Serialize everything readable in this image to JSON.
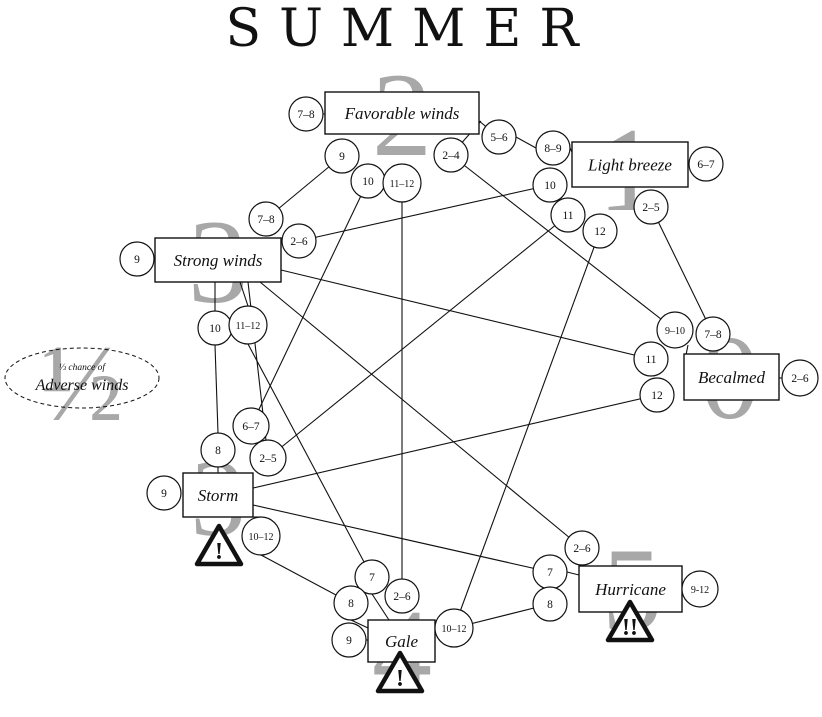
{
  "title": "SUMMER",
  "colors": {
    "stroke": "#111111",
    "ghost": "#a8a8a8",
    "bg": "#ffffff"
  },
  "states": [
    {
      "id": "favorable",
      "label": "Favorable winds",
      "ghost": "2"
    },
    {
      "id": "light",
      "label": "Light breeze",
      "ghost": "1"
    },
    {
      "id": "strong",
      "label": "Strong winds",
      "ghost": "3"
    },
    {
      "id": "becalmed",
      "label": "Becalmed",
      "ghost": "0"
    },
    {
      "id": "storm",
      "label": "Storm",
      "ghost": "3",
      "warning": "!"
    },
    {
      "id": "hurricane",
      "label": "Hurricane",
      "ghost": "5",
      "warning": "!!"
    },
    {
      "id": "gale",
      "label": "Gale",
      "ghost": "4",
      "warning": "!"
    }
  ],
  "adverse": {
    "line1": "⅓ chance of",
    "line2": "Adverse winds",
    "ghost": "½"
  },
  "rolls": [
    {
      "id": "fav-78",
      "label": "7–8",
      "from": "favorable"
    },
    {
      "id": "fav-9",
      "label": "9",
      "from": "favorable"
    },
    {
      "id": "fav-10",
      "label": "10",
      "from": "favorable"
    },
    {
      "id": "fav-1112",
      "label": "11–12",
      "from": "favorable"
    },
    {
      "id": "fav-24",
      "label": "2–4",
      "from": "favorable"
    },
    {
      "id": "fav-56",
      "label": "5–6",
      "from": "favorable"
    },
    {
      "id": "lb-89",
      "label": "8–9",
      "from": "light"
    },
    {
      "id": "lb-67",
      "label": "6–7",
      "from": "light"
    },
    {
      "id": "lb-10",
      "label": "10",
      "from": "light"
    },
    {
      "id": "lb-11",
      "label": "11",
      "from": "light"
    },
    {
      "id": "lb-12",
      "label": "12",
      "from": "light"
    },
    {
      "id": "lb-25",
      "label": "2–5",
      "from": "light"
    },
    {
      "id": "sw-9",
      "label": "9",
      "from": "strong"
    },
    {
      "id": "sw-78",
      "label": "7–8",
      "from": "strong"
    },
    {
      "id": "sw-26",
      "label": "2–6",
      "from": "strong"
    },
    {
      "id": "sw-10",
      "label": "10",
      "from": "strong"
    },
    {
      "id": "sw-1112",
      "label": "11–12",
      "from": "strong"
    },
    {
      "id": "bc-910",
      "label": "9–10",
      "from": "becalmed"
    },
    {
      "id": "bc-78",
      "label": "7–8",
      "from": "becalmed"
    },
    {
      "id": "bc-11",
      "label": "11",
      "from": "becalmed"
    },
    {
      "id": "bc-12",
      "label": "12",
      "from": "becalmed"
    },
    {
      "id": "bc-26",
      "label": "2–6",
      "from": "becalmed"
    },
    {
      "id": "st-8",
      "label": "8",
      "from": "storm"
    },
    {
      "id": "st-67",
      "label": "6–7",
      "from": "storm"
    },
    {
      "id": "st-25",
      "label": "2–5",
      "from": "storm"
    },
    {
      "id": "st-9",
      "label": "9",
      "from": "storm"
    },
    {
      "id": "st-1012",
      "label": "10–12",
      "from": "storm"
    },
    {
      "id": "hu-26",
      "label": "2–6",
      "from": "hurricane"
    },
    {
      "id": "hu-7",
      "label": "7",
      "from": "hurricane"
    },
    {
      "id": "hu-8",
      "label": "8",
      "from": "hurricane"
    },
    {
      "id": "hu-912",
      "label": "9-12",
      "from": "hurricane"
    },
    {
      "id": "ga-7",
      "label": "7",
      "from": "gale"
    },
    {
      "id": "ga-8",
      "label": "8",
      "from": "gale"
    },
    {
      "id": "ga-26",
      "label": "2–6",
      "from": "gale"
    },
    {
      "id": "ga-9",
      "label": "9",
      "from": "gale"
    },
    {
      "id": "ga-1012",
      "label": "10–12",
      "from": "gale"
    }
  ]
}
